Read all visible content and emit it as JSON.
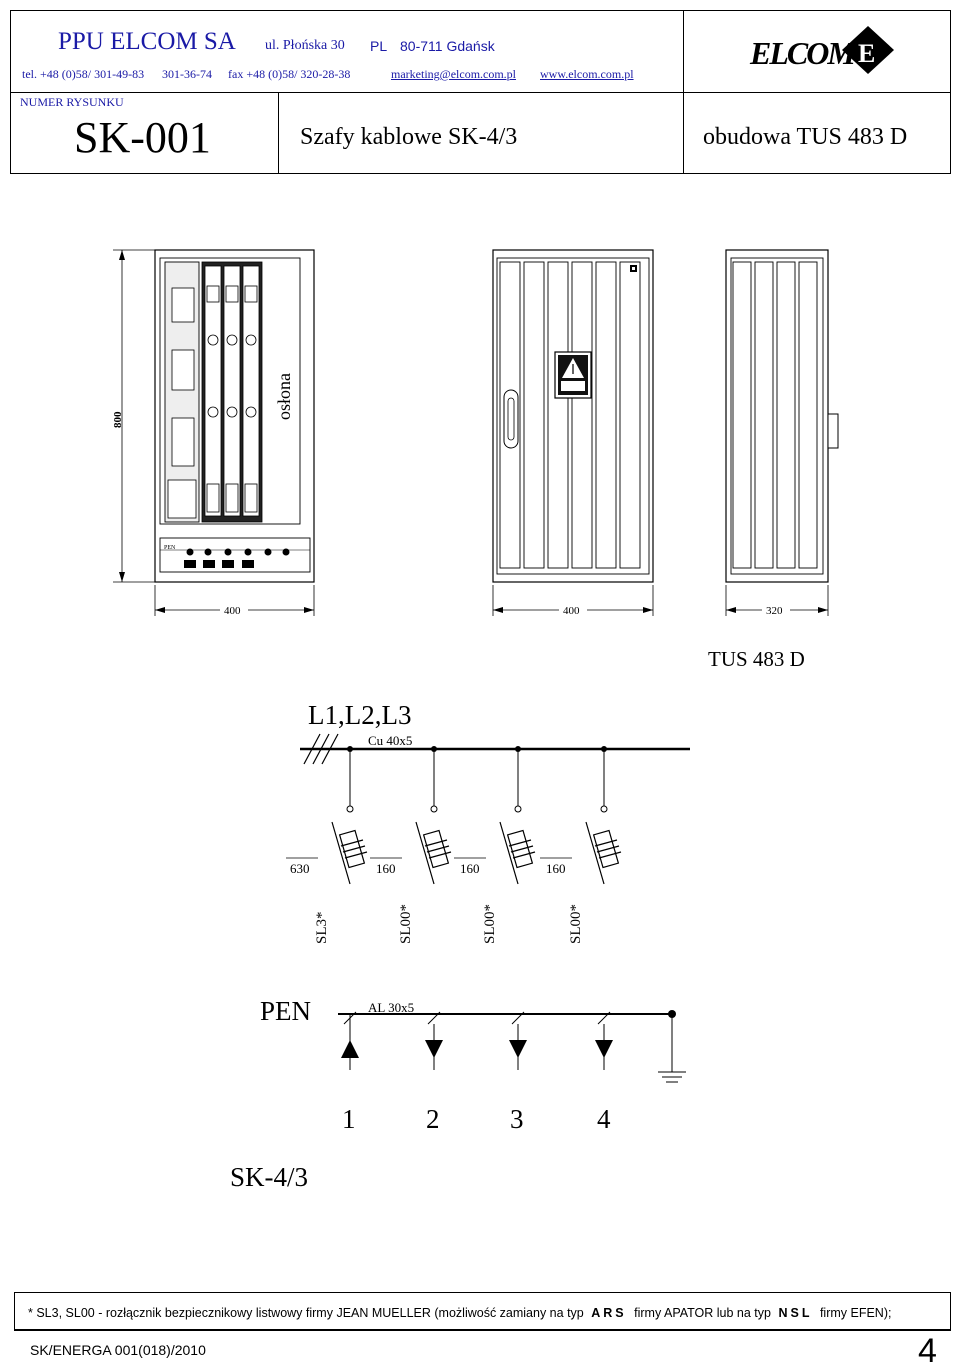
{
  "header": {
    "company": "PPU ELCOM SA",
    "address_street": "ul. Płońska 30",
    "address_country": "PL",
    "address_city": "80-711 Gdańsk",
    "phone": "tel. +48 (0)58/ 301-49-83",
    "phone2": "301-36-74",
    "fax": "fax +48 (0)58/ 320-28-38",
    "email": "marketing@elcom.com.pl",
    "website": "www.elcom.com.pl",
    "drawing_number_label": "NUMER RYSUNKU",
    "drawing_number": "SK-001",
    "title": "Szafy kablowe SK-4/3",
    "housing": "obudowa TUS 483 D",
    "logo_text": "ELCOM"
  },
  "drawing": {
    "height_dim": "800",
    "cover_label": "osłona",
    "pen_small": "PEN",
    "width_front_inside": "400",
    "width_front": "400",
    "depth_side": "320",
    "enclosure_type": "TUS 483 D"
  },
  "schematic": {
    "phases_label": "L1,L2,L3",
    "busbar_label": "Cu 40x5",
    "ratings": [
      "630",
      "160",
      "160",
      "160"
    ],
    "devices": [
      "SL3*",
      "SL00*",
      "SL00*",
      "SL00*"
    ],
    "pen_label": "PEN",
    "pen_busbar_label": "AL 30x5",
    "outputs": [
      "1",
      "2",
      "3",
      "4"
    ],
    "cabinet_name": "SK-4/3"
  },
  "footer": {
    "note": "* SL3, SL00 - rozłącznik bezpiecznikowy listwowy firmy JEAN MUELLER (możliwość zamiany na typ",
    "ars": "ARS",
    "note_mid": "firmy APATOR lub na typ",
    "nsl": "NSL",
    "note_end": "firmy EFEN);",
    "doc_code": "SK/ENERGA 001(018)/2010",
    "page_number": "4"
  },
  "colors": {
    "link": "#1a1aa6",
    "line": "#000000",
    "panel": "#e9e9e9"
  }
}
